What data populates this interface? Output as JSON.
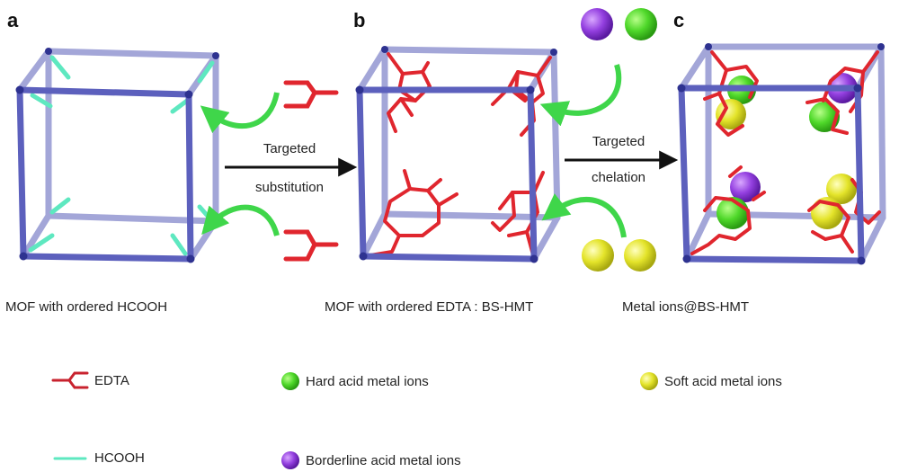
{
  "panels": [
    {
      "letter": "a",
      "caption": "MOF with ordered HCOOH"
    },
    {
      "letter": "b",
      "caption": "MOF with ordered EDTA : BS-HMT"
    },
    {
      "letter": "c",
      "caption": "Metal ions@BS-HMT"
    }
  ],
  "steps": [
    {
      "line1": "Targeted",
      "line2": "substitution"
    },
    {
      "line1": "Targeted",
      "line2": "chelation"
    }
  ],
  "legend": [
    {
      "label": "EDTA",
      "icon": "edta-ligand-icon"
    },
    {
      "label": "HCOOH",
      "icon": "hcooh-ligand-icon"
    },
    {
      "label": "Hard acid metal ions",
      "icon": "green-sphere-icon"
    },
    {
      "label": "Borderline acid metal ions",
      "icon": "purple-sphere-icon"
    },
    {
      "label": "Soft acid metal ions",
      "icon": "yellow-sphere-icon"
    }
  ],
  "colors": {
    "frame": "#6f72c4",
    "frame_back": "#a3a6d8",
    "edta": "#e0262e",
    "hcooh": "#5ee8c0",
    "hard": "#4fd82a",
    "borderline": "#9440e0",
    "soft": "#e4e42a",
    "curved_arrow": "#3fd64a"
  }
}
